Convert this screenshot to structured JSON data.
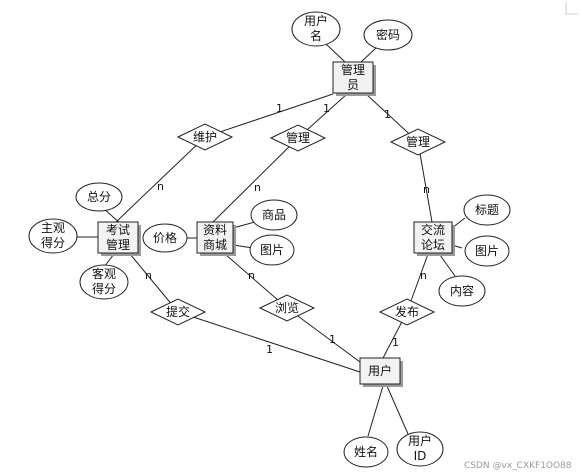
{
  "entities": {
    "admin": {
      "lines": [
        "管理",
        "员"
      ]
    },
    "exam": {
      "lines": [
        "考试",
        "管理"
      ]
    },
    "shop": {
      "lines": [
        "资料",
        "商城"
      ]
    },
    "forum": {
      "lines": [
        "交流",
        "论坛"
      ]
    },
    "user": {
      "lines": [
        "用户"
      ]
    }
  },
  "attributes": {
    "admin_username": {
      "lines": [
        "用户",
        "名"
      ]
    },
    "admin_password": {
      "lines": [
        "密码"
      ]
    },
    "exam_total": {
      "lines": [
        "总分"
      ]
    },
    "exam_subjective": {
      "lines": [
        "主观",
        "得分"
      ]
    },
    "exam_objective": {
      "lines": [
        "客观",
        "得分"
      ]
    },
    "shop_price": {
      "lines": [
        "价格"
      ]
    },
    "shop_goods": {
      "lines": [
        "商品"
      ]
    },
    "shop_image": {
      "lines": [
        "图片"
      ]
    },
    "forum_title": {
      "lines": [
        "标题"
      ]
    },
    "forum_image": {
      "lines": [
        "图片"
      ]
    },
    "forum_content": {
      "lines": [
        "内容"
      ]
    },
    "user_name": {
      "lines": [
        "姓名"
      ]
    },
    "user_id": {
      "lines": [
        "用户",
        "ID"
      ]
    }
  },
  "relationships": {
    "maintain": {
      "label": "维护"
    },
    "manage1": {
      "label": "管理"
    },
    "manage2": {
      "label": "管理"
    },
    "submit": {
      "label": "提交"
    },
    "browse": {
      "label": "浏览"
    },
    "publish": {
      "label": "发布"
    }
  },
  "cardinalities": {
    "admin_maintain": "1",
    "maintain_exam": "n",
    "admin_manage1": "1",
    "manage1_shop": "n",
    "admin_manage2": "1",
    "manage2_forum": "n",
    "exam_submit": "n",
    "submit_user": "1",
    "shop_browse": "n",
    "browse_user": "1",
    "forum_publish": "n",
    "publish_user": "1"
  },
  "watermark": "CSDN @vx_CXKF1OO88"
}
